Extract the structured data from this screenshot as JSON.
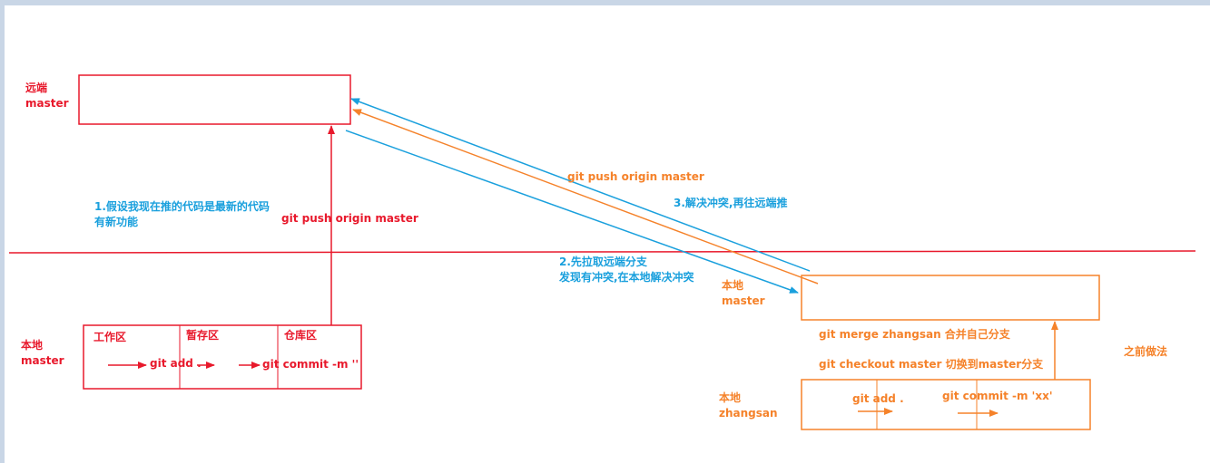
{
  "colors": {
    "red": "#e8192c",
    "orange": "#f5822a",
    "blue": "#1aa0dd"
  },
  "remote": {
    "label": "远端\nmaster"
  },
  "local": {
    "label": "本地\nmaster",
    "sections": [
      "工作区",
      "暂存区",
      "仓库区"
    ],
    "cmd_add": "git add .",
    "cmd_commit": "git commit -m ''"
  },
  "notes": {
    "assume_newest": "1.假设我现在推的代码是最新的代码\n有新功能",
    "push_red": "git push origin master",
    "push_orange": "git push origin master",
    "resolve_push": "3.解决冲突,再往远端推",
    "pull_first": "2.先拉取远端分支\n发现有冲突,在本地解决冲突"
  },
  "orange_flow": {
    "local_master_label": "本地\nmaster",
    "merge_cmd": "git merge zhangsan 合并自己分支",
    "checkout_cmd": "git checkout master 切换到master分支",
    "previous_approach": "之前做法",
    "zhangsan_label": "本地\nzhangsan",
    "cmd_add": "git add .",
    "cmd_commit": "git commit -m 'xx'"
  }
}
